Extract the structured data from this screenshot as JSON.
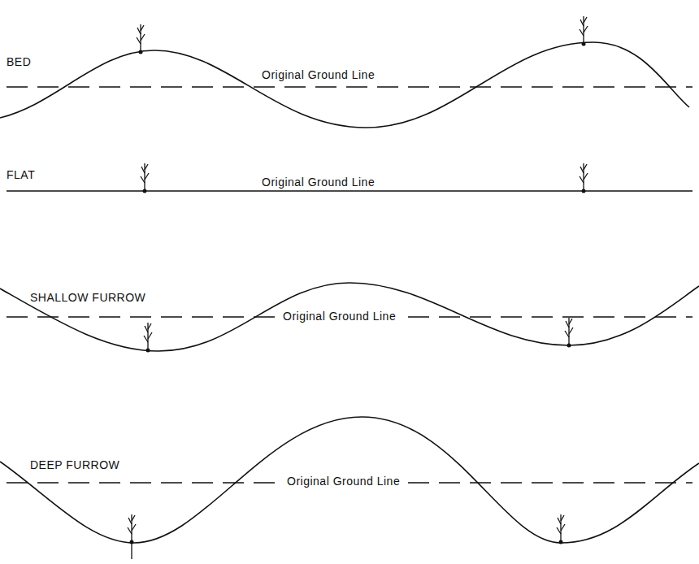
{
  "diagram": {
    "labels": [
      "BED",
      "Original Ground Line",
      "FLAT",
      "Original Ground Line",
      "SHALLOW FURROW",
      "Original Ground Line",
      "DEEP FURROW",
      "Original Ground Line"
    ]
  }
}
